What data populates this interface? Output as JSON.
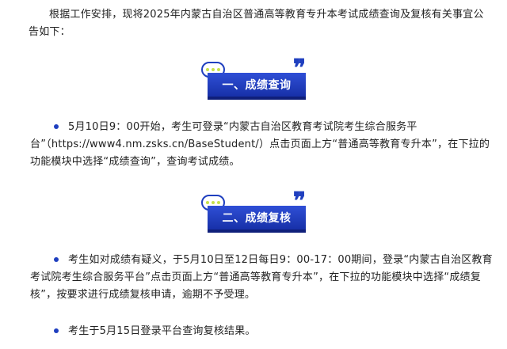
{
  "intro": "根据工作安排，现将2025年内蒙古自治区普通高等教育专升本考试成绩查询及复核有关事宜公告如下：",
  "section1": {
    "heading": "一、成绩查询",
    "bullet1": "5月10日9：00开始，考生可登录“内蒙古自治区教育考试院考生综合服务平台”（https://www4.nm.zsks.cn/BaseStudent/）点击页面上方“普通高等教育专升本”，在下拉的功能模块中选择“成绩查询”，查询考试成绩。"
  },
  "section2": {
    "heading": "二、成绩复核",
    "bullet1": "考生如对成绩有疑义，于5月10日至12日每日9：00-17：00期间，登录“内蒙古自治区教育考试院考生综合服务平台”点击页面上方“普通高等教育专升本”，在下拉的功能模块中选择“成绩复核”，按要求进行成绩复核申请，逾期不予受理。",
    "bullet2": "考生于5月15日登录平台查询复核结果。"
  },
  "colors": {
    "accent": "#1f3fbf",
    "heading_bg": "#1730a8",
    "bubble_dots": "#c7e24a"
  },
  "icons": [
    "speech-bubble-icon",
    "quote-mark-icon",
    "bullet-dot-icon"
  ]
}
